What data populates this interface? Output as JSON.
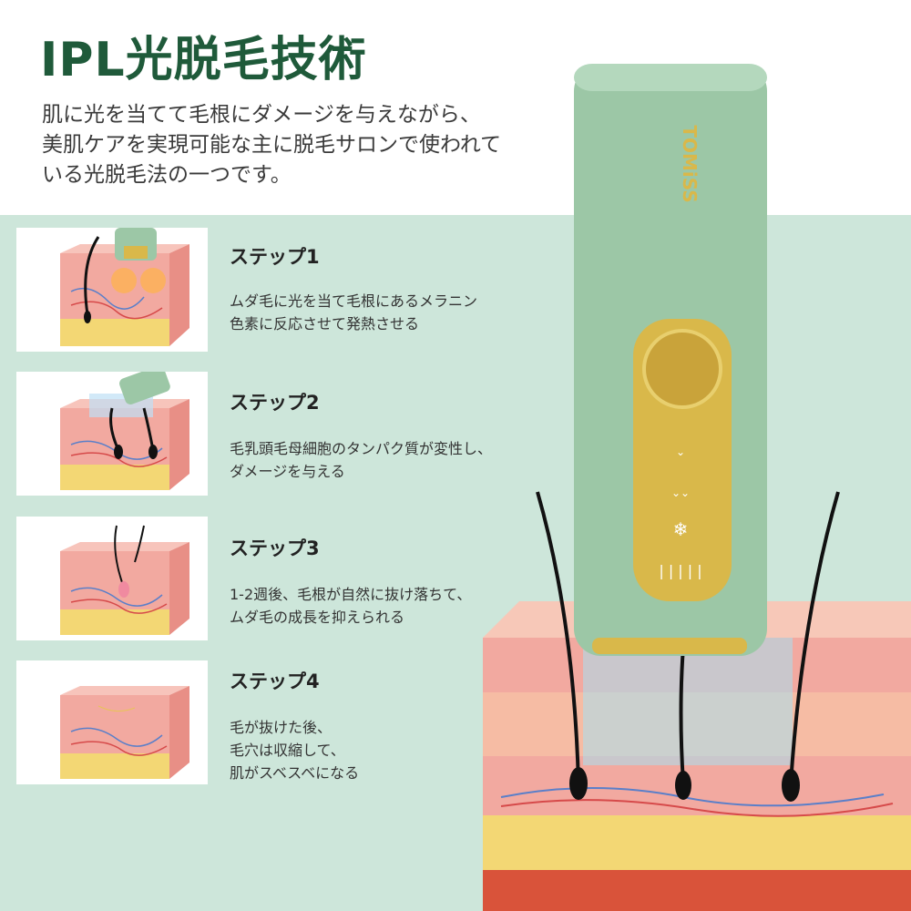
{
  "header": {
    "title": "IPL光脱毛技術",
    "intro_lines": [
      "肌に光を当てて毛根にダメージを与えながら、",
      "美肌ケアを実現可能な主に脱毛サロンで使われて",
      "いる光脱毛法の一つです。"
    ]
  },
  "steps": [
    {
      "title": "ステップ1",
      "lines": [
        "ムダ毛に光を当て毛根にあるメラニン",
        "色素に反応させて発熱させる"
      ]
    },
    {
      "title": "ステップ2",
      "lines": [
        "毛乳頭毛母細胞のタンパク質が変性し、",
        "ダメージを与える"
      ]
    },
    {
      "title": "ステップ3",
      "lines": [
        "1-2週後、毛根が自然に抜け落ちて、",
        "ムダ毛の成長を抑えられる"
      ]
    },
    {
      "title": "ステップ4",
      "lines": [
        "毛が抜けた後、",
        "毛穴は収縮して、",
        "肌がスベスベになる"
      ]
    }
  ],
  "device": {
    "brand": "TOMiSS"
  },
  "colors": {
    "title_green": "#1f5a3a",
    "background_mint": "#cde6da",
    "device_green": "#9cc7a6",
    "device_gold": "#d9b84a",
    "skin_pink": "#f2a9a0",
    "fat_yellow": "#f3d774"
  },
  "icons": [
    "mode-low-icon",
    "mode-high-icon",
    "snowflake-icon",
    "level-bars-icon"
  ]
}
